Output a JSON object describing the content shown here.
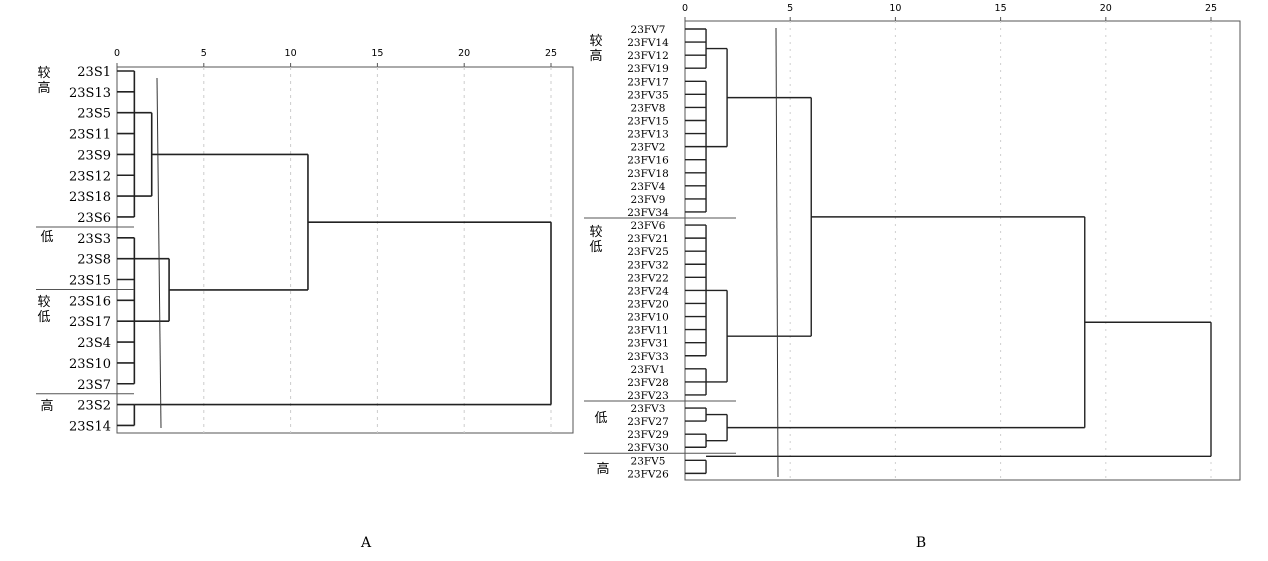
{
  "panelA": {
    "caption": "A",
    "axis_ticks": [
      "0",
      "5",
      "10",
      "15",
      "20",
      "25"
    ],
    "leaves": [
      "23S1",
      "23S13",
      "23S5",
      "23S11",
      "23S9",
      "23S12",
      "23S18",
      "23S6",
      "23S3",
      "23S8",
      "23S15",
      "23S16",
      "23S17",
      "23S4",
      "23S10",
      "23S7",
      "23S2",
      "23S14"
    ],
    "groups": [
      {
        "label": "较\n高"
      },
      {
        "label": "低"
      },
      {
        "label": "较\n低"
      },
      {
        "label": "高"
      }
    ]
  },
  "panelB": {
    "caption": "B",
    "axis_ticks": [
      "0",
      "5",
      "10",
      "15",
      "20",
      "25"
    ],
    "leaves": [
      "23FV7",
      "23FV14",
      "23FV12",
      "23FV19",
      "23FV17",
      "23FV35",
      "23FV8",
      "23FV15",
      "23FV13",
      "23FV2",
      "23FV16",
      "23FV18",
      "23FV4",
      "23FV9",
      "23FV34",
      "23FV6",
      "23FV21",
      "23FV25",
      "23FV32",
      "23FV22",
      "23FV24",
      "23FV20",
      "23FV10",
      "23FV11",
      "23FV31",
      "23FV33",
      "23FV1",
      "23FV28",
      "23FV23",
      "23FV3",
      "23FV27",
      "23FV29",
      "23FV30",
      "23FV5",
      "23FV26"
    ],
    "groups": [
      {
        "label": "较\n高"
      },
      {
        "label": "较\n低"
      },
      {
        "label": "低"
      },
      {
        "label": "高"
      }
    ]
  }
}
